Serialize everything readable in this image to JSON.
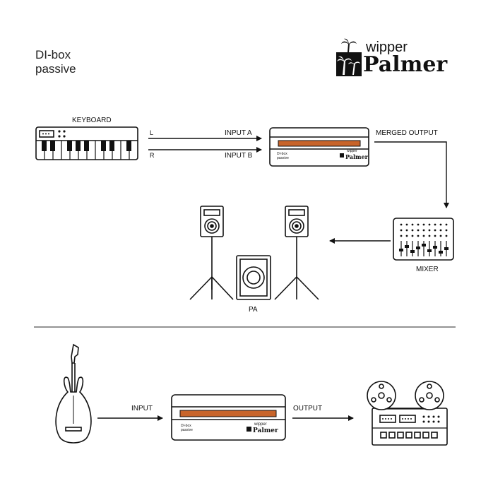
{
  "header": {
    "title_line1": "DI-box",
    "title_line2": "passive",
    "brand_small": "wipper",
    "brand_main": "Palmer"
  },
  "top_diagram": {
    "keyboard_label": "KEYBOARD",
    "channel_left": "L",
    "channel_right": "R",
    "input_a": "INPUT A",
    "input_b": "INPUT B",
    "merged_output": "MERGED OUTPUT",
    "mixer_label": "MIXER",
    "pa_label": "PA",
    "dibox": {
      "line1": "DI-box",
      "line2": "passive",
      "brand_small": "wipper",
      "brand_main": "Palmer"
    }
  },
  "bottom_diagram": {
    "input_label": "INPUT",
    "output_label": "OUTPUT",
    "dibox": {
      "line1": "DI-box",
      "line2": "passive",
      "brand_small": "wipper",
      "brand_main": "Palmer"
    }
  },
  "colors": {
    "accent_strip": "#c8642a",
    "line": "#111111"
  }
}
